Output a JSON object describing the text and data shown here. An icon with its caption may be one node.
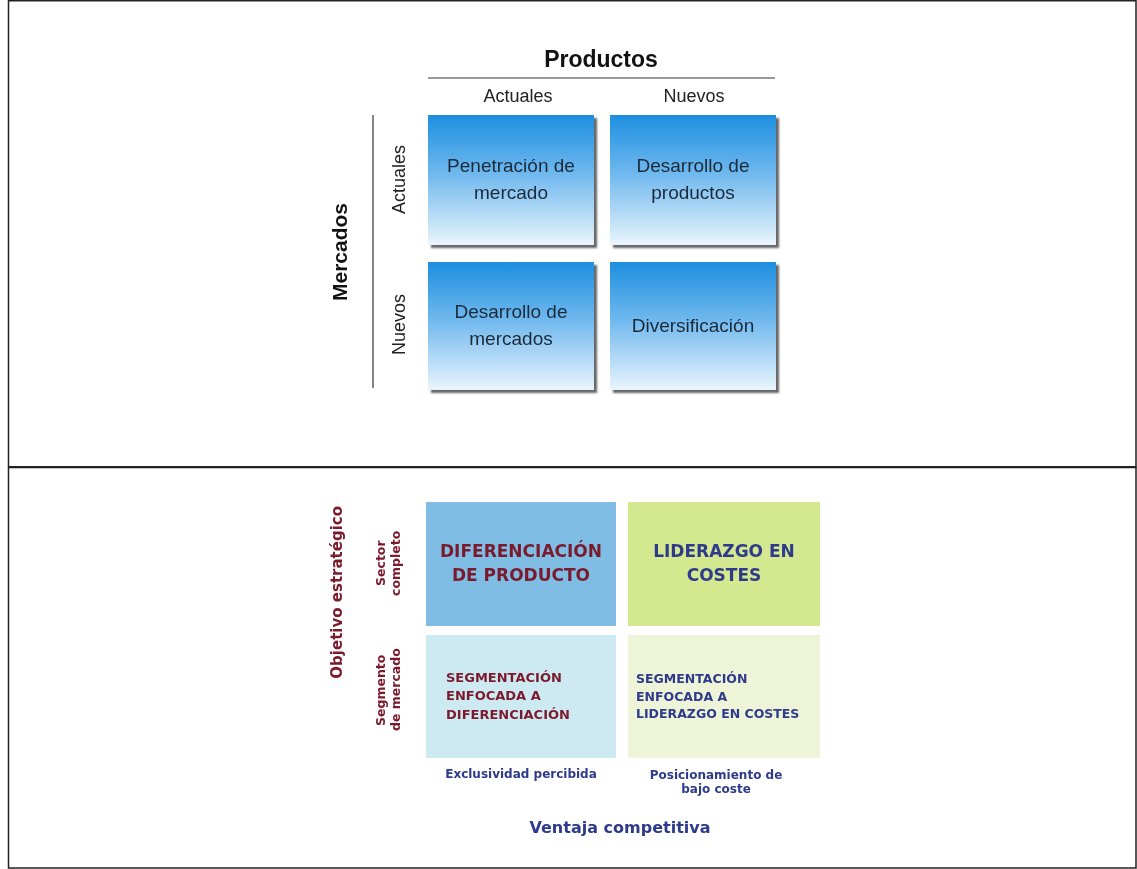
{
  "diagram": {
    "nodes": [
      {
        "text": [
          "Penetración de mercado"
        ]
      },
      {
        "text": [
          "Desarrollo de productos"
        ]
      },
      {
        "text": [
          "Desarrollo de mercados"
        ]
      },
      {
        "text": [
          "Diversificación"
        ]
      },
      {
        "text": [
          "DIFERENCIACIÓN DE PRODUCTO"
        ]
      },
      {
        "text": [
          "LIDERAZGO EN COSTES"
        ]
      },
      {
        "text": [
          "SEGMENTACIÓN ENFOCADA A DIFERENCIACIÓN"
        ]
      },
      {
        "text": [
          "SEGMENTACIÓN ENFOCADA A LIDERAZGO EN COSTES"
        ]
      }
    ],
    "edges": [],
    "labels": [
      "Productos",
      "Actuales",
      "Nuevos",
      "Mercados",
      "Actuales",
      "Nuevos",
      "Objetivo estratégico",
      "Sector completo",
      "Segmento de mercado",
      "Exclusividad percibida",
      "Posicionamiento de bajo coste",
      "Ventaja competitiva"
    ]
  }
}
